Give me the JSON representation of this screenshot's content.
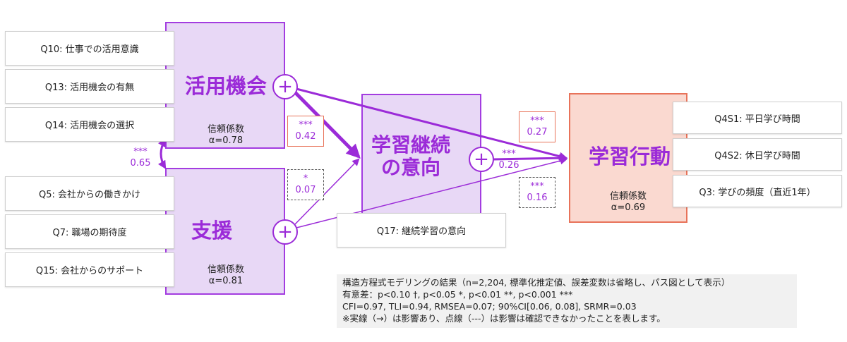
{
  "factors": {
    "katsuyou": {
      "name": "活用機会",
      "reliability_label": "信頼係数",
      "alpha": "α=0.78"
    },
    "shien": {
      "name": "支援",
      "reliability_label": "信頼係数",
      "alpha": "α=0.81"
    },
    "keizoku": {
      "name_line1": "学習継続",
      "name_line2": "の意向"
    },
    "koudou": {
      "name": "学習行動",
      "reliability_label": "信頼係数",
      "alpha": "α=0.69"
    }
  },
  "items": {
    "katsuyou": [
      "Q10: 仕事での活用意識",
      "Q13: 活用機会の有無",
      "Q14: 活用機会の選択"
    ],
    "shien": [
      "Q5: 会社からの働きかけ",
      "Q7: 職場の期待度",
      "Q15: 会社からのサポート"
    ],
    "keizoku": [
      "Q17: 継続学習の意向"
    ],
    "koudou": [
      "Q4S1: 平日学び時間",
      "Q4S2: 休日学び時間",
      "Q3: 学びの頻度（直近1年）"
    ]
  },
  "plus_symbol": "+",
  "coefficients": {
    "correlation": {
      "stars": "***",
      "value": "0.65"
    },
    "katsuyou_to_keizoku": {
      "stars": "***",
      "value": "0.42"
    },
    "shien_to_keizoku": {
      "stars": "*",
      "value": "0.07"
    },
    "katsuyou_to_koudou": {
      "stars": "***",
      "value": "0.27"
    },
    "keizoku_to_koudou": {
      "stars": "***",
      "value": "0.26"
    },
    "shien_to_koudou": {
      "stars": "***",
      "value": "0.16"
    }
  },
  "note": {
    "line1": "構造方程式モデリングの結果（n=2,204, 標準化推定値、誤差変数は省略し、パス図として表示）",
    "line2": "有意差：p<0.10 †, p<0.05 *, p<0.01 **, p<0.001 ***",
    "line3": "CFI=0.97, TLI=0.94, RMSEA=0.07; 90%CI[0.06, 0.08], SRMR=0.03",
    "line4": "※実線（→）は影響あり、点線（---）は影響は確認できなかったことを表します。"
  },
  "colors": {
    "purple": "#9b2bd8",
    "purple_fill": "#e8d8f6",
    "pink_border": "#e8735a",
    "pink_fill": "#fad9d0"
  }
}
